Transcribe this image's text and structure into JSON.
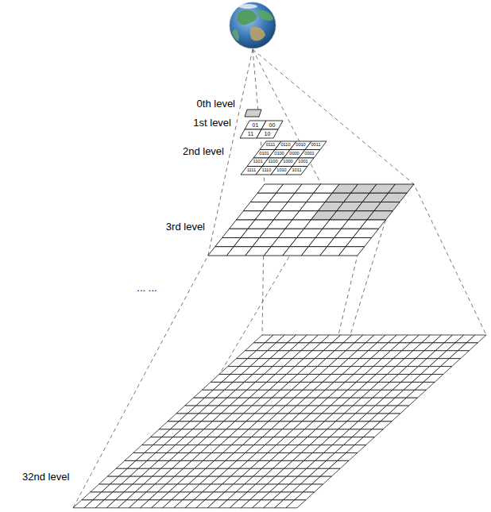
{
  "diagram": {
    "labels": [
      "0th level",
      "1st level",
      "01",
      "00",
      "11",
      "10",
      "2nd level",
      "0111",
      "0110",
      "0010",
      "0011",
      "0101",
      "0100",
      "0000",
      "0001",
      "1101",
      "1100",
      "1000",
      "1001",
      "1111",
      "1110",
      "1010",
      "1011",
      "3rd level",
      "... ...",
      "32nd level"
    ]
  }
}
